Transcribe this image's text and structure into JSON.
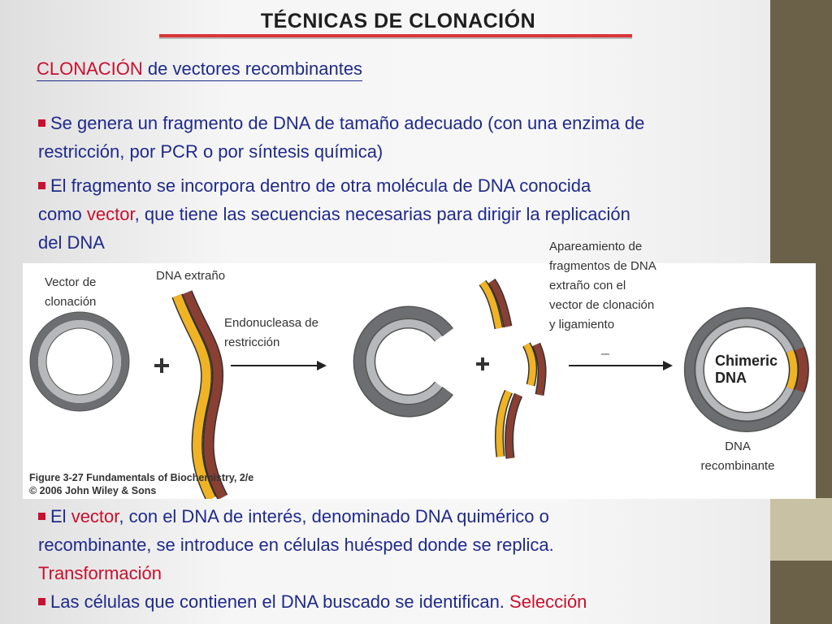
{
  "slide": {
    "title": "TÉCNICAS DE CLONACIÓN",
    "subtitle_red": "CLONACIÓN ",
    "subtitle_rest": "de vectores recombinantes"
  },
  "bullets": [
    {
      "text": "Se genera un fragmento de DNA de tamaño adecuado (con una enzima de"
    },
    {
      "text": "restricción, por PCR o por síntesis química)"
    },
    {
      "text": "El  fragmento se incorpora dentro de otra molécula de DNA conocida"
    },
    {
      "prefix": "como ",
      "highlight": "vector",
      "suffix": ", que tiene las secuencias necesarias para dirigir la replicación"
    },
    {
      "text": "del DNA"
    }
  ],
  "figure": {
    "vector_label": [
      "Vector de",
      "clonación"
    ],
    "foreign_dna_label": "DNA extraño",
    "enzyme_label": [
      "Endonucleasa de",
      "restricción"
    ],
    "pairing_label": [
      "Apareamiento de",
      "fragmentos de DNA",
      "extraño con el",
      "vector de clonación",
      "y ligamiento"
    ],
    "plus_sign": "+",
    "chimeric_label": [
      "Chimeric",
      "DNA"
    ],
    "recombinant_label": [
      "DNA",
      "recombinante"
    ],
    "caption": [
      "Figure 3-27  Fundamentals of Biochemistry, 2/e",
      "© 2006 John Wiley & Sons"
    ],
    "colors": {
      "vector_outer": "#6d6e71",
      "vector_inner": "#b7b8bb",
      "insert_yellow": "#f0b323",
      "insert_red": "#8a3f33"
    }
  },
  "bottom": {
    "p1_start": "El  ",
    "p1_highlight": "vector",
    "p1_rest": ", con el DNA de interés, denominado DNA quimérico o",
    "p1_line2": "recombinante, se introduce en células huésped donde se replica.",
    "p1_line3": "Transformación",
    "p2_text": "Las células que contienen el DNA buscado se identifican. ",
    "p2_highlight": "Selección"
  },
  "colors": {
    "accent_red": "#c8102e",
    "text_blue": "#1f2a8a",
    "side_bar": "#6a6148",
    "side_bar_light": "#c9c1a3"
  }
}
